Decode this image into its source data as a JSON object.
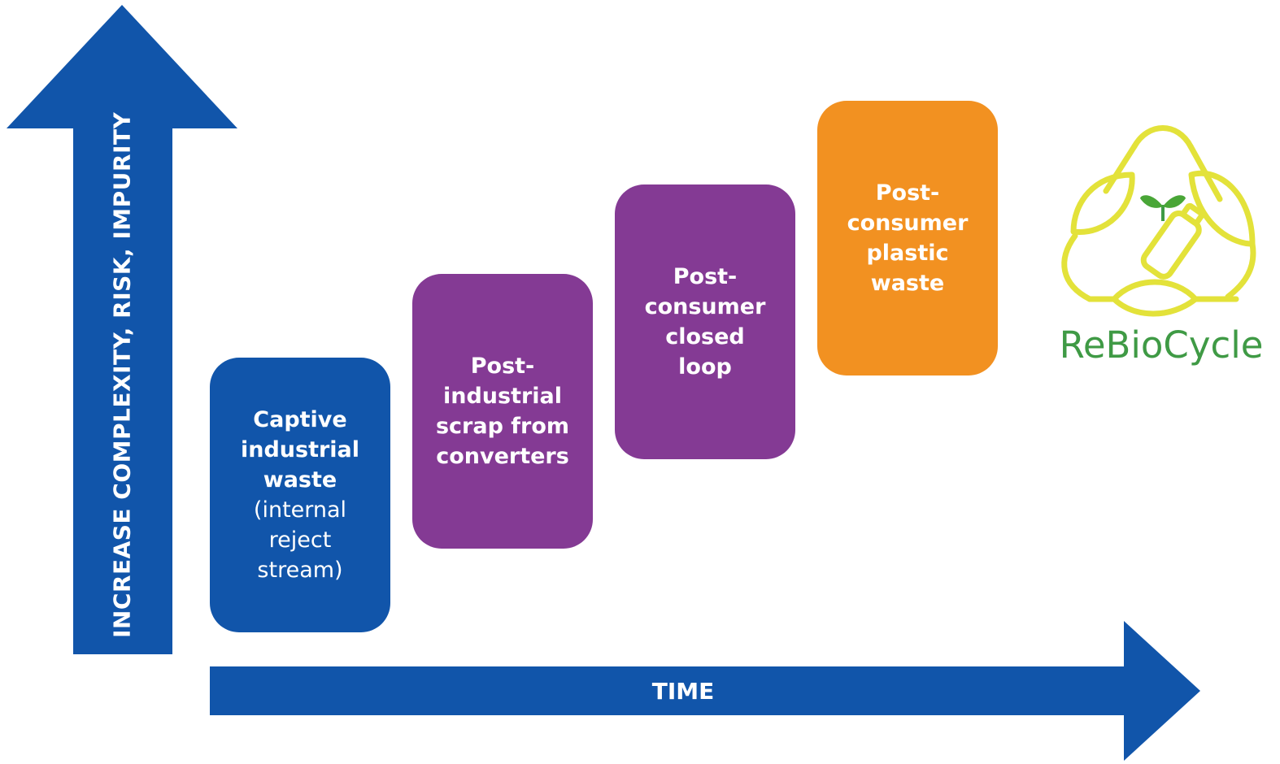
{
  "axes": {
    "y_label": "INCREASE COMPLEXITY, RISK, IMPURITY",
    "x_label": "TIME"
  },
  "stages": [
    {
      "bold_lines": [
        "Captive",
        "industrial",
        "waste"
      ],
      "light_lines": [
        "(internal reject",
        "stream)"
      ],
      "color": "#1155aa"
    },
    {
      "bold_lines": [
        "Post-",
        "industrial",
        "scrap from",
        "converters"
      ],
      "light_lines": [],
      "color": "#843a94"
    },
    {
      "bold_lines": [
        "Post-",
        "consumer",
        "closed",
        "loop"
      ],
      "light_lines": [],
      "color": "#843a94"
    },
    {
      "bold_lines": [
        "Post-",
        "consumer",
        "plastic",
        "waste"
      ],
      "light_lines": [],
      "color": "#f29121"
    }
  ],
  "logo": {
    "text": "ReBioCycle",
    "icon": "recycle-leaves-bottle-icon",
    "ring_color": "#e3e23a",
    "text_color": "#3f9a45",
    "sprout_color": "#49a637"
  },
  "arrow_color": "#1155aa"
}
